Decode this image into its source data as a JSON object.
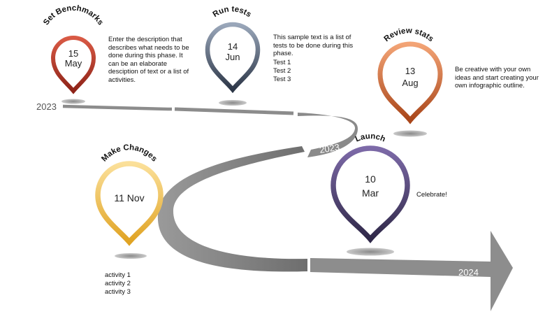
{
  "years": {
    "start_left": "2023",
    "curve_label": "2023",
    "end_label": "2024"
  },
  "milestones": [
    {
      "title": "Set Benchmarks",
      "day": "15",
      "month": "May",
      "description": "Enter the description that\ndescribes what needs to be\ndone during this phase. It\ncan be an elaborate\ndesciption of text or a list of\nactivities.",
      "color": "#b8362a"
    },
    {
      "title": "Run tests",
      "day": "14",
      "month": "Jun",
      "description": "This sample text is a list of\ntests to be done during this\nphase.",
      "items": [
        "Test 1",
        "Test 2",
        "Test 3"
      ],
      "color": "#4d5b70"
    },
    {
      "title": "Review  stats",
      "day": "13",
      "month": "Aug",
      "description": "Be creative with your own\nideas and start creating your\nown infographic outline.",
      "color": "#d4733a"
    },
    {
      "title": "Launch",
      "day": "10",
      "month": "Mar",
      "description": "Celebrate!",
      "color": "#5a4a84"
    },
    {
      "title": "Make Changes",
      "date": "11 Nov",
      "items": [
        "activity 1",
        "activity 2",
        "activity 3"
      ],
      "color": "#eab33f"
    }
  ]
}
